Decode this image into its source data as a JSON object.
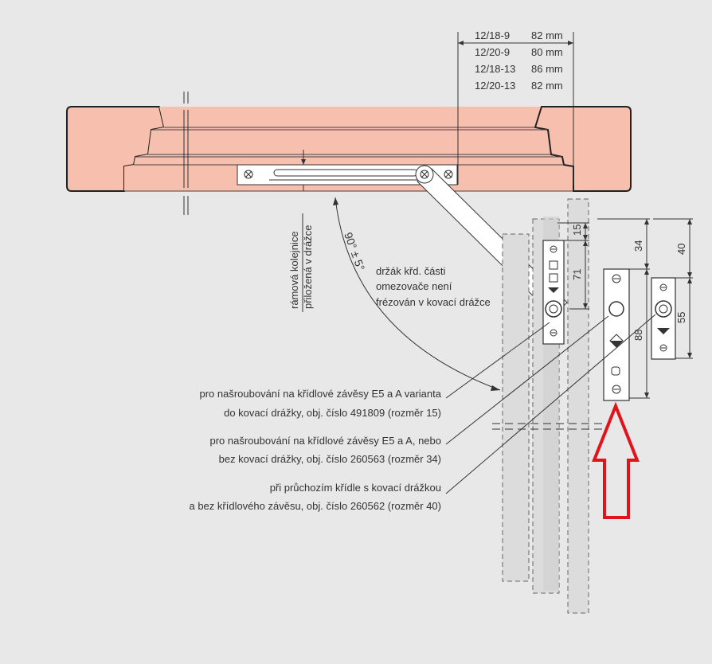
{
  "dimension_table": {
    "rows": [
      {
        "variant": "12/18-9",
        "value": "82 mm"
      },
      {
        "variant": "12/20-9",
        "value": "80 mm"
      },
      {
        "variant": "12/18-13",
        "value": "86 mm"
      },
      {
        "variant": "12/20-13",
        "value": "82 mm"
      }
    ]
  },
  "labels": {
    "rail_line1": "rámová kolejnice",
    "rail_line2": "přiložená v drážce",
    "angle": "90° ± 5°",
    "bracket_note": [
      "držák křd. části",
      "omezovače není",
      "frézován v kovací drážce"
    ]
  },
  "callouts": [
    {
      "line1": "pro našroubování na křídlové závěsy E5 a A varianta",
      "line2": "do kovací drážky, obj. číslo 491809 (rozměr 15)"
    },
    {
      "line1": "pro našroubování na křídlové závěsy E5 a A, nebo",
      "line2": "bez kovací drážky, obj. číslo 260563 (rozměr 34)"
    },
    {
      "line1": "při průchozím křídle s kovací drážkou",
      "line2": "a bez křídlového závěsu, obj. číslo 260562 (rozměr 40)"
    }
  ],
  "dimensions": {
    "d15": "15",
    "d71": "71",
    "d34": "34",
    "d88": "88",
    "d40": "40",
    "d55": "55"
  },
  "colors": {
    "frame_fill": "#f7bfae",
    "background": "#e8e8e8",
    "arrow": "#e0141a",
    "line": "#333333"
  },
  "icons": [
    "screw-icon",
    "red-up-arrow"
  ]
}
